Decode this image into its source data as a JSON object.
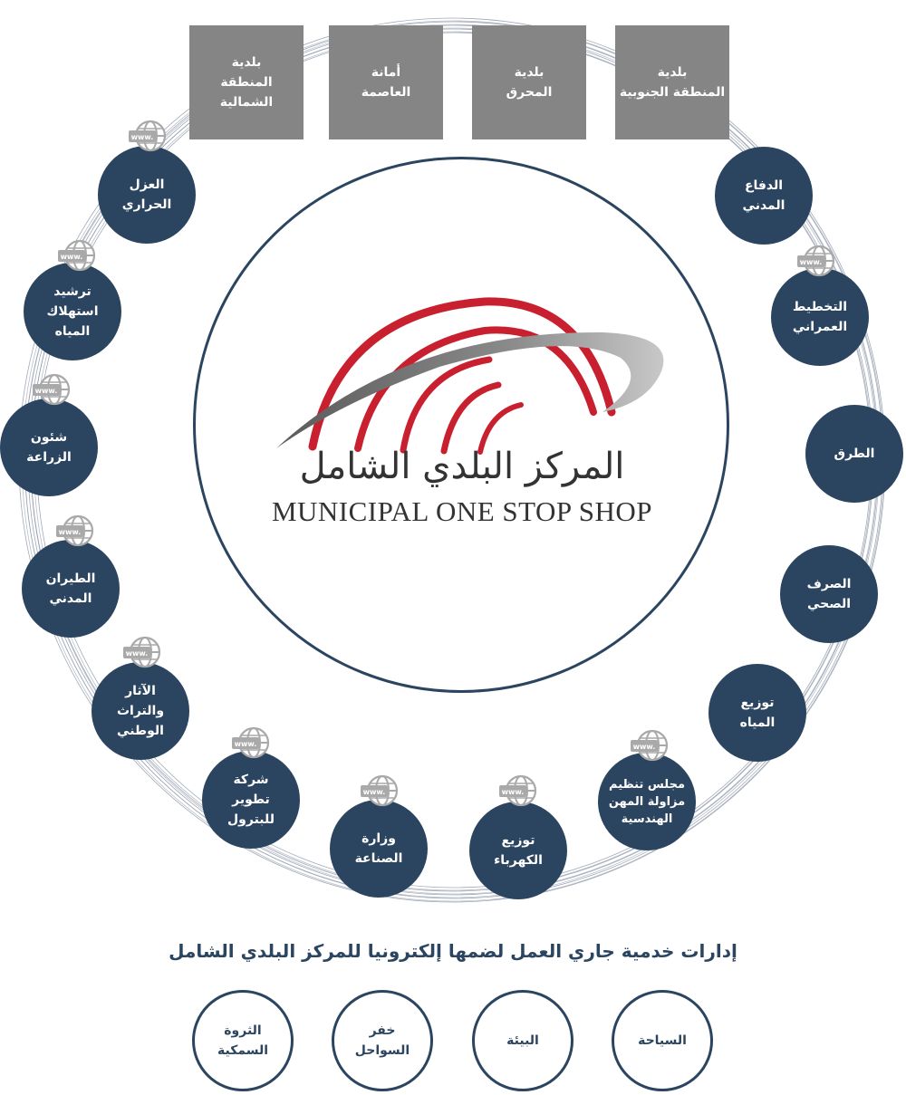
{
  "top_boxes": [
    {
      "line1": "بلدية",
      "line2": "المنطقة الجنوبية"
    },
    {
      "line1": "بلدية",
      "line2": "المحرق"
    },
    {
      "line1": "أمانة",
      "line2": "العاصمة"
    },
    {
      "line1": "بلدية",
      "line2": "المنطقة الشمالية"
    }
  ],
  "center": {
    "name_ar": "المركز البلدي الشامل",
    "name_en": "MUNICIPAL ONE STOP SHOP"
  },
  "nodes": [
    {
      "label": "الدفاع\nالمدني",
      "online": false
    },
    {
      "label": "التخطيط\nالعمراني",
      "online": true
    },
    {
      "label": "الطرق",
      "online": false
    },
    {
      "label": "الصرف\nالصحي",
      "online": false
    },
    {
      "label": "توزيع\nالمياه",
      "online": false
    },
    {
      "label": "مجلس تنظيم\nمزاولة المهن\nالهندسية",
      "online": true
    },
    {
      "label": "توزيع\nالكهرباء",
      "online": true
    },
    {
      "label": "وزارة\nالصناعة",
      "online": true
    },
    {
      "label": "شركة\nتطوير\nللبترول",
      "online": true
    },
    {
      "label": "الآثار\nوالتراث\nالوطني",
      "online": true
    },
    {
      "label": "الطيران\nالمدني",
      "online": true
    },
    {
      "label": "شئون\nالزراعة",
      "online": true
    },
    {
      "label": "ترشيد\nاستهلاك\nالمياه",
      "online": true
    },
    {
      "label": "العزل\nالحراري",
      "online": true
    }
  ],
  "globe_icon_text": "www.",
  "pending_title": "إدارات خدمية جاري العمل لضمها إلكترونيا للمركز البلدي الشامل",
  "pending": [
    {
      "label": "السياحة"
    },
    {
      "label": "البيئة"
    },
    {
      "label": "خفر\nالسواحل"
    },
    {
      "label": "الثروة\nالسمكية"
    }
  ],
  "colors": {
    "navy": "#2b4560",
    "box_gray": "#858585",
    "logo_red": "#c8202f",
    "logo_gray": "#8a8a8a",
    "globe_gray": "#a9a9a9"
  }
}
